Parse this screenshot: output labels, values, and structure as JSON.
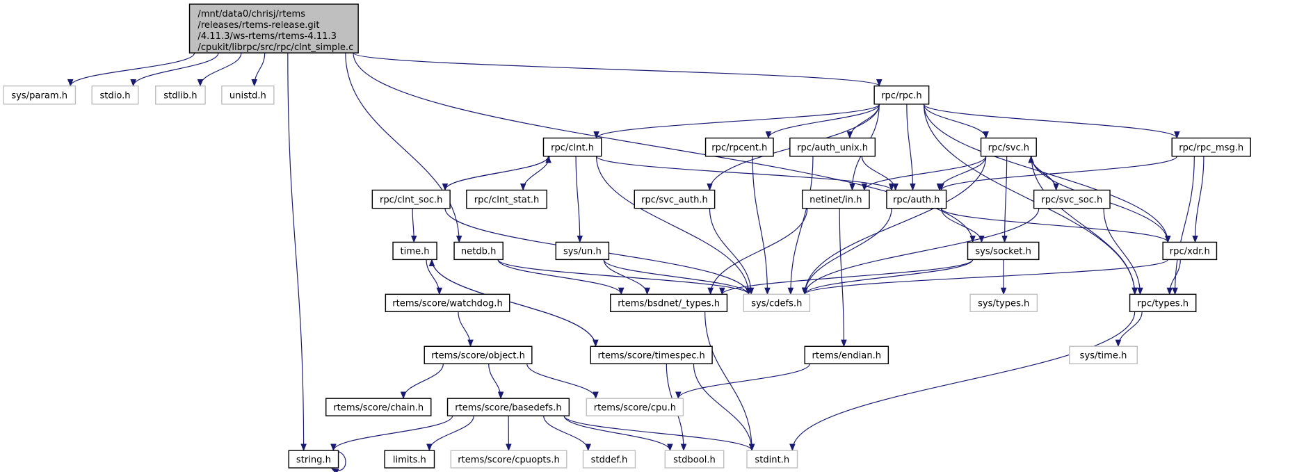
{
  "colors": {
    "edge": "#191970",
    "root_fill": "#bfbfbf",
    "external_border": "#bfbfbf",
    "node_border": "#000000"
  },
  "root": {
    "id": "main",
    "label_lines": [
      "/mnt/data0/chrisj/rtems",
      "/releases/rtems-release.git",
      "/4.11.3/ws-rtems/rtems-4.11.3",
      "/cpukit/librpc/src/rpc/clnt_simple.c"
    ]
  },
  "nodes": [
    {
      "id": "sys_param",
      "label": "sys/param.h",
      "kind": "external"
    },
    {
      "id": "stdio",
      "label": "stdio.h",
      "kind": "external"
    },
    {
      "id": "stdlib",
      "label": "stdlib.h",
      "kind": "external"
    },
    {
      "id": "unistd",
      "label": "unistd.h",
      "kind": "external"
    },
    {
      "id": "rpc_rpc",
      "label": "rpc/rpc.h",
      "kind": "normal"
    },
    {
      "id": "rpc_clnt",
      "label": "rpc/clnt.h",
      "kind": "normal"
    },
    {
      "id": "rpc_rpcent",
      "label": "rpc/rpcent.h",
      "kind": "normal"
    },
    {
      "id": "rpc_auth_unix",
      "label": "rpc/auth_unix.h",
      "kind": "normal"
    },
    {
      "id": "rpc_svc",
      "label": "rpc/svc.h",
      "kind": "normal"
    },
    {
      "id": "rpc_rpc_msg",
      "label": "rpc/rpc_msg.h",
      "kind": "normal"
    },
    {
      "id": "rpc_clnt_soc",
      "label": "rpc/clnt_soc.h",
      "kind": "normal"
    },
    {
      "id": "rpc_clnt_stat",
      "label": "rpc/clnt_stat.h",
      "kind": "normal"
    },
    {
      "id": "rpc_svc_auth",
      "label": "rpc/svc_auth.h",
      "kind": "normal"
    },
    {
      "id": "netinet_in",
      "label": "netinet/in.h",
      "kind": "normal"
    },
    {
      "id": "rpc_auth",
      "label": "rpc/auth.h",
      "kind": "normal"
    },
    {
      "id": "rpc_svc_soc",
      "label": "rpc/svc_soc.h",
      "kind": "normal"
    },
    {
      "id": "time",
      "label": "time.h",
      "kind": "normal"
    },
    {
      "id": "netdb",
      "label": "netdb.h",
      "kind": "normal"
    },
    {
      "id": "sys_un",
      "label": "sys/un.h",
      "kind": "normal"
    },
    {
      "id": "sys_socket",
      "label": "sys/socket.h",
      "kind": "normal"
    },
    {
      "id": "rpc_xdr",
      "label": "rpc/xdr.h",
      "kind": "normal"
    },
    {
      "id": "watchdog",
      "label": "rtems/score/watchdog.h",
      "kind": "normal"
    },
    {
      "id": "bsdnet_types",
      "label": "rtems/bsdnet/_types.h",
      "kind": "normal"
    },
    {
      "id": "sys_cdefs",
      "label": "sys/cdefs.h",
      "kind": "external"
    },
    {
      "id": "sys_types",
      "label": "sys/types.h",
      "kind": "external"
    },
    {
      "id": "rpc_types",
      "label": "rpc/types.h",
      "kind": "normal"
    },
    {
      "id": "object",
      "label": "rtems/score/object.h",
      "kind": "normal"
    },
    {
      "id": "timespec",
      "label": "rtems/score/timespec.h",
      "kind": "normal"
    },
    {
      "id": "endian",
      "label": "rtems/endian.h",
      "kind": "normal"
    },
    {
      "id": "sys_time",
      "label": "sys/time.h",
      "kind": "external"
    },
    {
      "id": "chain",
      "label": "rtems/score/chain.h",
      "kind": "normal"
    },
    {
      "id": "basedefs",
      "label": "rtems/score/basedefs.h",
      "kind": "normal"
    },
    {
      "id": "cpu",
      "label": "rtems/score/cpu.h",
      "kind": "external"
    },
    {
      "id": "string",
      "label": "string.h",
      "kind": "normal"
    },
    {
      "id": "limits",
      "label": "limits.h",
      "kind": "normal"
    },
    {
      "id": "cpuopts",
      "label": "rtems/score/cpuopts.h",
      "kind": "external"
    },
    {
      "id": "stddef",
      "label": "stddef.h",
      "kind": "external"
    },
    {
      "id": "stdbool",
      "label": "stdbool.h",
      "kind": "external"
    },
    {
      "id": "stdint",
      "label": "stdint.h",
      "kind": "external"
    }
  ],
  "edges": [
    [
      "main",
      "sys_param"
    ],
    [
      "main",
      "stdio"
    ],
    [
      "main",
      "stdlib"
    ],
    [
      "main",
      "unistd"
    ],
    [
      "main",
      "string"
    ],
    [
      "main",
      "netdb"
    ],
    [
      "main",
      "rpc_rpc"
    ],
    [
      "main",
      "sys_socket"
    ],
    [
      "rpc_rpc",
      "rpc_clnt"
    ],
    [
      "rpc_rpc",
      "rpc_svc_auth"
    ],
    [
      "rpc_rpc",
      "rpc_rpcent"
    ],
    [
      "rpc_rpc",
      "rpc_auth_unix"
    ],
    [
      "rpc_rpc",
      "netinet_in"
    ],
    [
      "rpc_rpc",
      "rpc_auth"
    ],
    [
      "rpc_rpc",
      "rpc_svc"
    ],
    [
      "rpc_rpc",
      "rpc_rpc_msg"
    ],
    [
      "rpc_rpc",
      "rpc_xdr"
    ],
    [
      "rpc_rpc",
      "rpc_types"
    ],
    [
      "rpc_clnt",
      "rpc_clnt_soc"
    ],
    [
      "rpc_clnt",
      "rpc_clnt_stat"
    ],
    [
      "rpc_clnt",
      "sys_un"
    ],
    [
      "rpc_clnt",
      "sys_cdefs"
    ],
    [
      "rpc_clnt",
      "rpc_auth"
    ],
    [
      "rpc_clnt_soc",
      "rpc_clnt"
    ],
    [
      "rpc_clnt_soc",
      "time"
    ],
    [
      "rpc_clnt_soc",
      "sys_cdefs"
    ],
    [
      "rpc_rpcent",
      "sys_cdefs"
    ],
    [
      "rpc_auth_unix",
      "sys_cdefs"
    ],
    [
      "rpc_auth_unix",
      "rpc_auth"
    ],
    [
      "rpc_svc_auth",
      "sys_cdefs"
    ],
    [
      "rpc_svc",
      "netinet_in"
    ],
    [
      "rpc_svc",
      "rpc_auth"
    ],
    [
      "rpc_svc",
      "sys_cdefs"
    ],
    [
      "rpc_svc",
      "sys_socket"
    ],
    [
      "rpc_svc",
      "rpc_svc_soc"
    ],
    [
      "rpc_svc",
      "rpc_xdr"
    ],
    [
      "rpc_svc",
      "rpc_types"
    ],
    [
      "rpc_svc_soc",
      "rpc_svc"
    ],
    [
      "rpc_svc_soc",
      "sys_cdefs"
    ],
    [
      "rpc_svc_soc",
      "rpc_types"
    ],
    [
      "rpc_rpc_msg",
      "rpc_auth"
    ],
    [
      "rpc_rpc_msg",
      "rpc_xdr"
    ],
    [
      "rpc_rpc_msg",
      "rpc_types"
    ],
    [
      "netinet_in",
      "bsdnet_types"
    ],
    [
      "netinet_in",
      "endian"
    ],
    [
      "rpc_auth",
      "sys_socket"
    ],
    [
      "rpc_auth",
      "sys_cdefs"
    ],
    [
      "rpc_auth",
      "rpc_xdr"
    ],
    [
      "time",
      "watchdog"
    ],
    [
      "time",
      "timespec"
    ],
    [
      "timespec",
      "time"
    ],
    [
      "timespec",
      "stdbool"
    ],
    [
      "timespec",
      "stdint"
    ],
    [
      "netdb",
      "bsdnet_types"
    ],
    [
      "netdb",
      "sys_cdefs"
    ],
    [
      "sys_un",
      "bsdnet_types"
    ],
    [
      "sys_un",
      "sys_cdefs"
    ],
    [
      "sys_socket",
      "bsdnet_types"
    ],
    [
      "sys_socket",
      "sys_cdefs"
    ],
    [
      "sys_socket",
      "sys_types"
    ],
    [
      "rpc_xdr",
      "sys_cdefs"
    ],
    [
      "rpc_xdr",
      "rpc_types"
    ],
    [
      "rpc_types",
      "sys_time"
    ],
    [
      "rpc_types",
      "stdint"
    ],
    [
      "watchdog",
      "object"
    ],
    [
      "object",
      "chain"
    ],
    [
      "object",
      "basedefs"
    ],
    [
      "object",
      "cpu"
    ],
    [
      "bsdnet_types",
      "stdint"
    ],
    [
      "endian",
      "cpu"
    ],
    [
      "basedefs",
      "string"
    ],
    [
      "basedefs",
      "limits"
    ],
    [
      "basedefs",
      "cpuopts"
    ],
    [
      "basedefs",
      "stddef"
    ],
    [
      "basedefs",
      "stdbool"
    ],
    [
      "basedefs",
      "stdint"
    ],
    [
      "string",
      "string"
    ]
  ]
}
